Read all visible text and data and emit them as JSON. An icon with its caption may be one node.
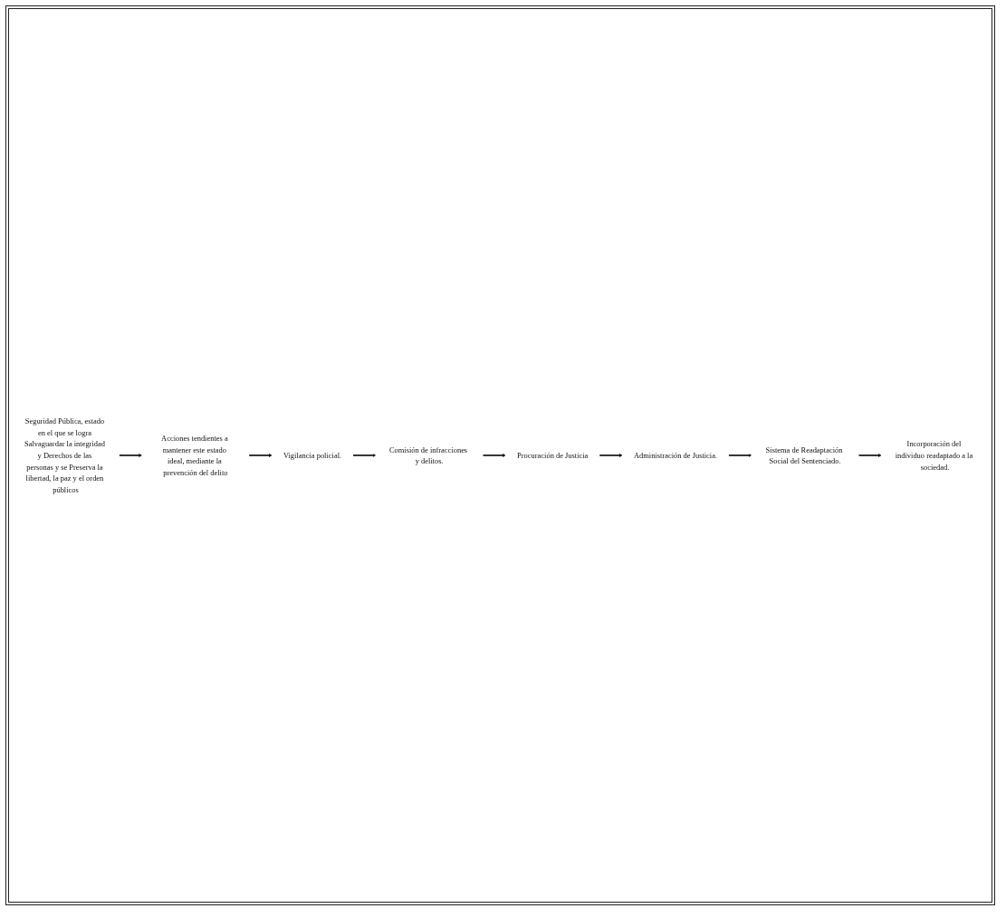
{
  "diagram": {
    "nodes": [
      {
        "text": [
          "Seguridad Pública, estado en el que se logra Salvaguardar la integridad y Derechos de las personas y se Preserva la libertad, la paz y el orden públicos"
        ]
      },
      {
        "text": [
          "Acciones tendientes a mantener este estado ideal, mediante la prevención del delito"
        ]
      },
      {
        "text": [
          "Vigilancia policial."
        ]
      },
      {
        "text": [
          "Comisión de infracciones y delitos."
        ]
      },
      {
        "text": [
          "Procuración de Justicia"
        ]
      },
      {
        "text": [
          "Administración de Justicia."
        ]
      },
      {
        "text": [
          "Sistema de Readaptación Social del Sentenciado."
        ]
      },
      {
        "text": [
          "Incorporación del individuo readaptado a la sociedad."
        ]
      }
    ],
    "edges": [
      {
        "from": 0,
        "to": 1,
        "arrow": "to"
      },
      {
        "from": 1,
        "to": 2,
        "arrow": "to"
      },
      {
        "from": 2,
        "to": 3,
        "arrow": "to"
      },
      {
        "from": 3,
        "to": 4,
        "arrow": "to"
      },
      {
        "from": 4,
        "to": 5,
        "arrow": "to"
      },
      {
        "from": 5,
        "to": 6,
        "arrow": "to"
      },
      {
        "from": 6,
        "to": 7,
        "arrow": "to"
      }
    ]
  }
}
